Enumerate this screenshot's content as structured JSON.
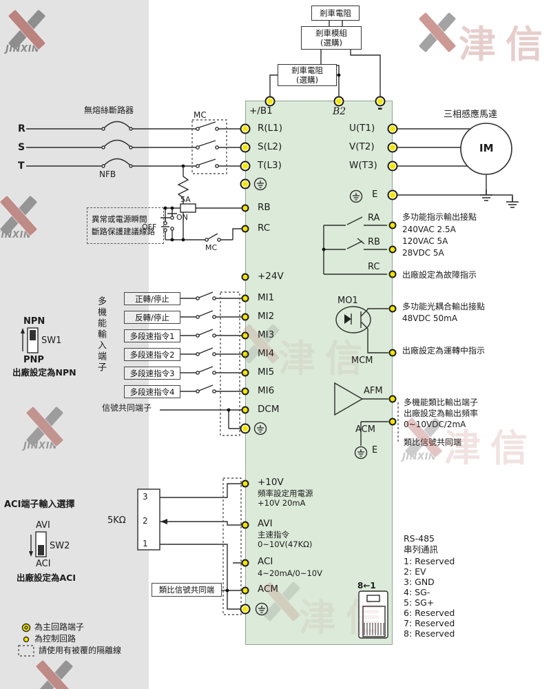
{
  "colors": {
    "terminal_yellow": "#f3e600",
    "panel_green": "#dcead9",
    "logo_red": "#9c352e"
  },
  "watermark": {
    "brand_cn": "津信",
    "brand_en": "JINXIN"
  },
  "top": {
    "brake_resistor": "剎車電阻",
    "brake_module_line1": "剎車模組",
    "brake_module_line2": "(選購)",
    "brake_resistor_opt_line1": "剎車電阻",
    "brake_resistor_opt_line2": "(選購)",
    "term_b1": "+/B1",
    "term_b2": "B2",
    "term_minus": "-"
  },
  "power_input": {
    "breaker_label": "無熔絲斷路器",
    "phase_r": "R",
    "phase_s": "S",
    "phase_t": "T",
    "nfb": "NFB",
    "mc": "MC",
    "terminals": [
      "R(L1)",
      "S(L2)",
      "T(L3)"
    ]
  },
  "protection": {
    "note_line1": "異常或電源瞬間",
    "note_line2": "斷路保護建議線路",
    "sa": "SA",
    "on": "ON",
    "off": "OFF",
    "mc": "MC",
    "rb": "RB",
    "rc": "RC"
  },
  "aux": {
    "p24": "+24V"
  },
  "digital_inputs": {
    "group_label": "多機能輸入端子",
    "rows": [
      {
        "label": "正轉/停止",
        "terminal": "MI1"
      },
      {
        "label": "反轉/停止",
        "terminal": "MI2"
      },
      {
        "label": "多段速指令1",
        "terminal": "MI3"
      },
      {
        "label": "多段速指令2",
        "terminal": "MI4"
      },
      {
        "label": "多段速指令3",
        "terminal": "MI5"
      },
      {
        "label": "多段速指令4",
        "terminal": "MI6"
      }
    ],
    "common_label": "信號共同端子",
    "dcm": "DCM"
  },
  "sw1": {
    "npn": "NPN",
    "name": "SW1",
    "pnp": "PNP",
    "default_note": "出廠設定為NPN"
  },
  "analog_input": {
    "section_label": "ACI端子輸入選擇",
    "avi": "AVI",
    "name": "SW2",
    "aci": "ACI",
    "default_note": "出廠設定為ACI",
    "pot_value": "5KΩ",
    "pot_pins": [
      "3",
      "2",
      "1"
    ],
    "p10": {
      "terminal": "+10V",
      "desc1": "頻率設定用電源",
      "desc2": "+10V 20mA"
    },
    "avi_term": {
      "terminal": "AVI",
      "desc1": "主速指令",
      "desc2": "0~10V(47KΩ)"
    },
    "aci_term": {
      "terminal": "ACI",
      "desc1": "4~20mA/0~10V"
    },
    "acm": "ACM",
    "common_box": "類比信號共同端"
  },
  "motor": {
    "label": "三相感應馬達",
    "im": "IM",
    "terminals": [
      "U(T1)",
      "V(T2)",
      "W(T3)"
    ],
    "e": "E"
  },
  "relay_output": {
    "ra": "RA",
    "rb": "RB",
    "rc": "RC",
    "desc1": "多功能指示輸出接點",
    "desc2": "240VAC 2.5A",
    "desc3": "120VAC 5A",
    "desc4": "28VDC 5A",
    "default_note": "出廠設定為故障指示"
  },
  "photo_output": {
    "mo1": "MO1",
    "mcm": "MCM",
    "desc1": "多功能光耦合輸出接點",
    "desc2": "48VDC 50mA",
    "default_note": "出廠設定為運轉中指示"
  },
  "analog_output": {
    "afm": "AFM",
    "acm": "ACM",
    "e": "E",
    "desc1": "多機能類比輸出端子",
    "desc2": "出廠設定為輸出頻率",
    "desc3": "0~10VDC/2mA",
    "common": "類比信號共同端"
  },
  "rs485": {
    "title": "RS-485",
    "subtitle": "串列通訊",
    "pins": [
      "1: Reserved",
      "2: EV",
      "3: GND",
      "4: SG-",
      "5: SG+",
      "6: Reserved",
      "7: Reserved",
      "8: Reserved"
    ],
    "jack_label": "8←1"
  },
  "legend": {
    "main_circuit": "為主回路端子",
    "control_circuit": "為控制回路",
    "shield_note": "請使用有被覆的隔離線"
  }
}
